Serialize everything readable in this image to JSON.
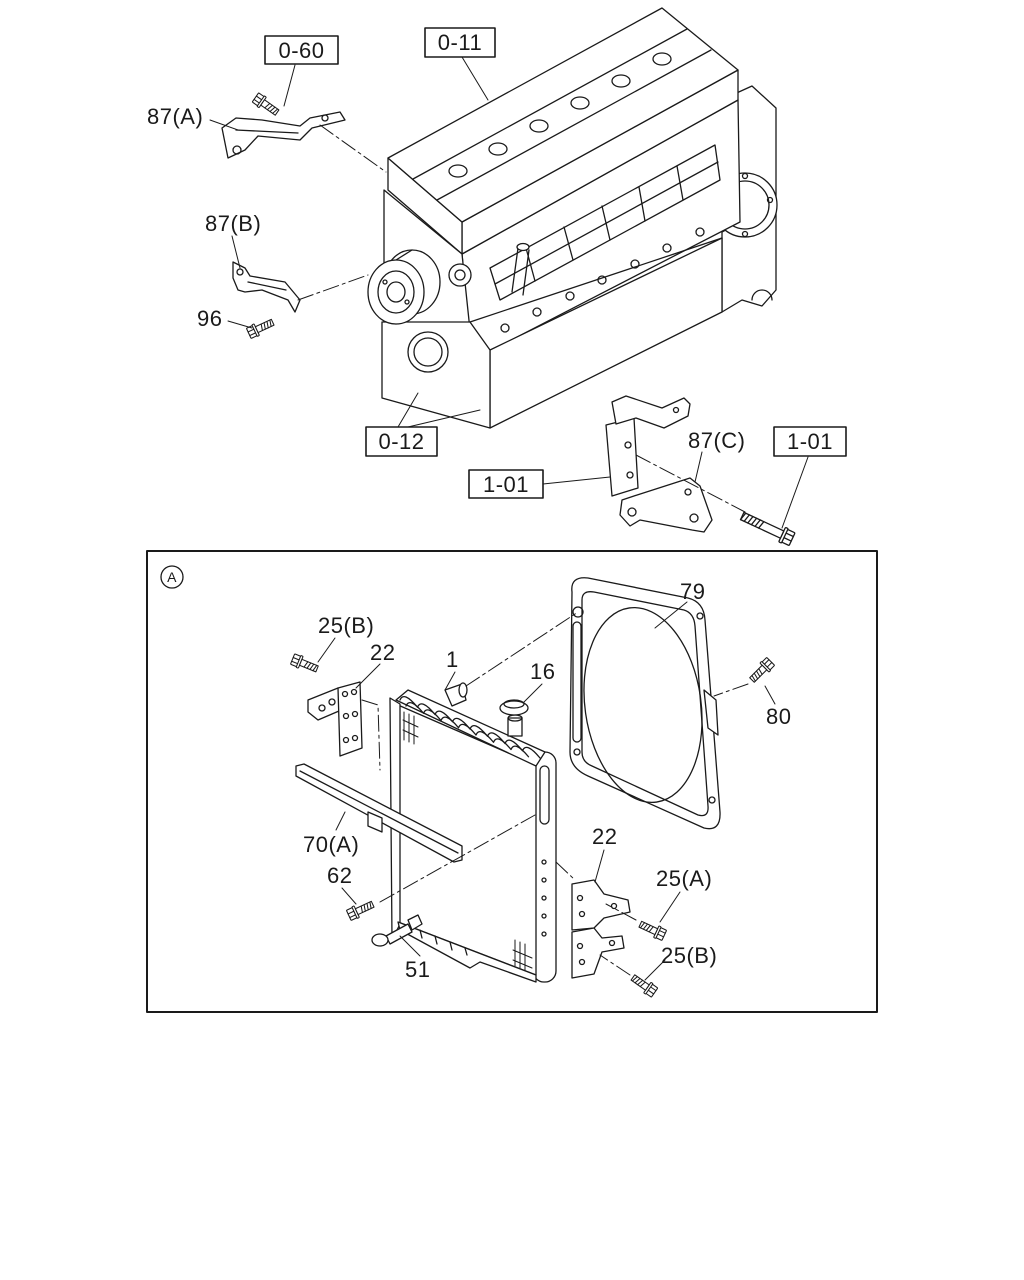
{
  "upper": {
    "ref_boxes": [
      "0-60",
      "0-11",
      "0-12",
      "1-01",
      "1-01"
    ],
    "part_labels": [
      "87(A)",
      "87(B)",
      "96",
      "87(C)"
    ]
  },
  "detail": {
    "marker": "A",
    "part_labels": [
      "79",
      "25(B)",
      "22",
      "1",
      "16",
      "80",
      "70(A)",
      "62",
      "22",
      "25(A)",
      "25(B)",
      "51"
    ]
  }
}
